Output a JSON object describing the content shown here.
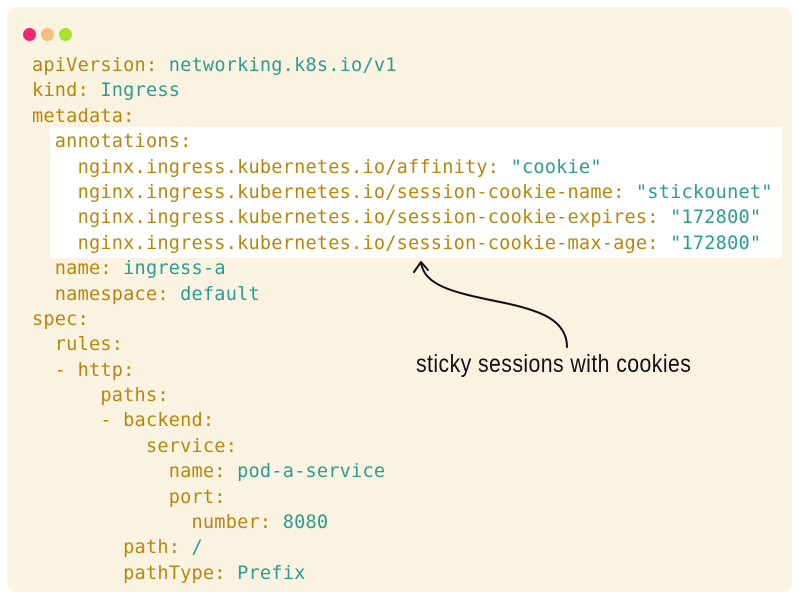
{
  "window": {
    "controls": [
      {
        "name": "close",
        "color": "#F0266F"
      },
      {
        "name": "minimize",
        "color": "#F3BE7A"
      },
      {
        "name": "maximize",
        "color": "#A6E22E"
      }
    ]
  },
  "colors": {
    "key": "#B8860B",
    "value": "#2A9D8F",
    "background": "#FAF3E2",
    "highlight": "#FFFFFF"
  },
  "code": {
    "lines": [
      {
        "key": "apiVersion:",
        "value": " networking.k8s.io/v1"
      },
      {
        "key": "kind:",
        "value": " Ingress"
      },
      {
        "key": "metadata:",
        "value": ""
      },
      {
        "key": "  annotations:",
        "value": ""
      },
      {
        "key": "    nginx.ingress.kubernetes.io/affinity:",
        "value": " \"cookie\""
      },
      {
        "key": "    nginx.ingress.kubernetes.io/session-cookie-name:",
        "value": " \"stickounet\""
      },
      {
        "key": "    nginx.ingress.kubernetes.io/session-cookie-expires:",
        "value": " \"172800\""
      },
      {
        "key": "    nginx.ingress.kubernetes.io/session-cookie-max-age:",
        "value": " \"172800\""
      },
      {
        "key": "  name:",
        "value": " ingress-a"
      },
      {
        "key": "  namespace:",
        "value": " default"
      },
      {
        "key": "spec:",
        "value": ""
      },
      {
        "key": "  rules:",
        "value": ""
      },
      {
        "key": "  - http:",
        "value": ""
      },
      {
        "key": "      paths:",
        "value": ""
      },
      {
        "key": "      - backend:",
        "value": ""
      },
      {
        "key": "          service:",
        "value": ""
      },
      {
        "key": "            name:",
        "value": " pod-a-service"
      },
      {
        "key": "            port:",
        "value": ""
      },
      {
        "key": "              number:",
        "value": " 8080"
      },
      {
        "key": "        path:",
        "value": " /"
      },
      {
        "key": "        pathType:",
        "value": " Prefix"
      }
    ]
  },
  "annotation": {
    "text": "sticky sessions with cookies"
  }
}
